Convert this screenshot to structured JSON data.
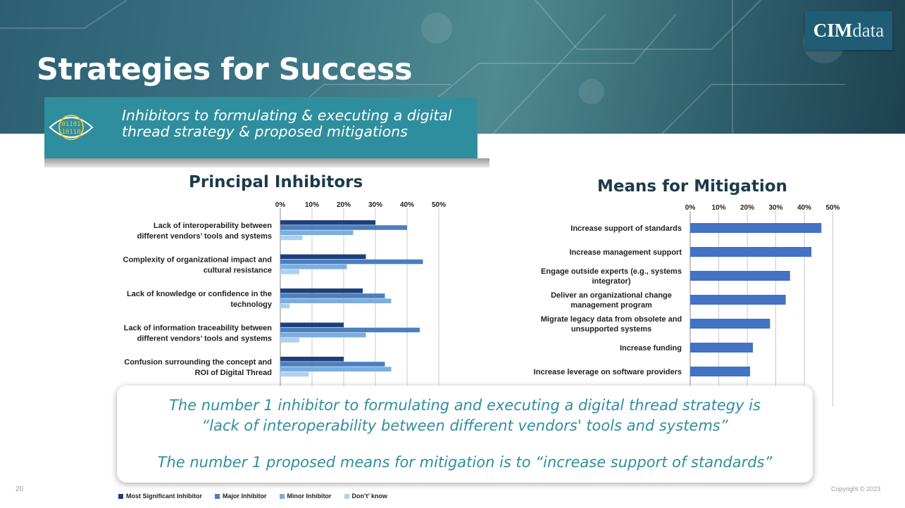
{
  "page": {
    "title": "Strategies for Success",
    "subtitle": "Inhibitors to formulating & executing a digital thread strategy & proposed mitigations",
    "logo_primary": "CIM",
    "logo_secondary": "data",
    "page_number": "20",
    "copyright": "Copyright © 2023",
    "icon_text_line1": "01101",
    "icon_text_line2": "10110"
  },
  "callout": {
    "line1": "The number 1 inhibitor to formulating and executing a digital thread strategy is",
    "line2": "“lack of interoperability between different vendors' tools and systems”",
    "line3": "The number 1 proposed means for mitigation is to “increase support of standards”"
  },
  "colors": {
    "teal": "#2f8e9d",
    "most_significant": "#1f3f7a",
    "major": "#4a7fbf",
    "minor": "#7aaee0",
    "dont_know": "#aed0ef",
    "mitigation_bar": "#4472c4",
    "callout_text": "#2f8ea0"
  },
  "chart_data": [
    {
      "type": "bar",
      "orientation": "horizontal",
      "title": "Principal Inhibitors",
      "categories": [
        [
          "Lack of interoperability between",
          "different vendors’ tools and systems"
        ],
        [
          "Complexity of organizational impact and",
          "cultural resistance"
        ],
        [
          "Lack of knowledge or confidence in the",
          "technology"
        ],
        [
          "Lack of information traceability between",
          "different vendors’ tools and systems"
        ],
        [
          "Confusion surrounding the concept and",
          "ROI of Digital Thread"
        ]
      ],
      "series": [
        {
          "name": "Most Significant Inhibitor",
          "color": "#1f3f7a",
          "values": [
            30,
            27,
            26,
            20,
            20
          ]
        },
        {
          "name": "Major Inhibitor",
          "color": "#4a7fbf",
          "values": [
            40,
            45,
            33,
            44,
            33
          ]
        },
        {
          "name": "Minor Inhibitor",
          "color": "#7aaee0",
          "values": [
            23,
            21,
            35,
            27,
            35
          ]
        },
        {
          "name": "Don’t’ know",
          "color": "#aed0ef",
          "values": [
            7,
            6,
            3,
            6,
            9
          ]
        }
      ],
      "xlim": [
        0,
        50
      ],
      "xticks": [
        "0%",
        "10%",
        "20%",
        "30%",
        "40%",
        "50%"
      ],
      "legend_position": "bottom"
    },
    {
      "type": "bar",
      "orientation": "horizontal",
      "title": "Means for Mitigation",
      "categories": [
        [
          "Increase support of standards"
        ],
        [
          "Increase management support"
        ],
        [
          "Engage outside experts (e.g., systems",
          "integrator)"
        ],
        [
          "Deliver an organizational change",
          "management program"
        ],
        [
          "Migrate legacy data from obsolete and",
          "unsupported systems"
        ],
        [
          "Increase funding"
        ],
        [
          "Increase leverage on software providers"
        ]
      ],
      "series": [
        {
          "color": "#4472c4",
          "values": [
            46,
            42.5,
            35,
            33.5,
            28,
            22,
            21
          ]
        }
      ],
      "xlim": [
        0,
        50
      ],
      "xticks": [
        "0%",
        "10%",
        "20%",
        "30%",
        "40%",
        "50%"
      ]
    }
  ]
}
